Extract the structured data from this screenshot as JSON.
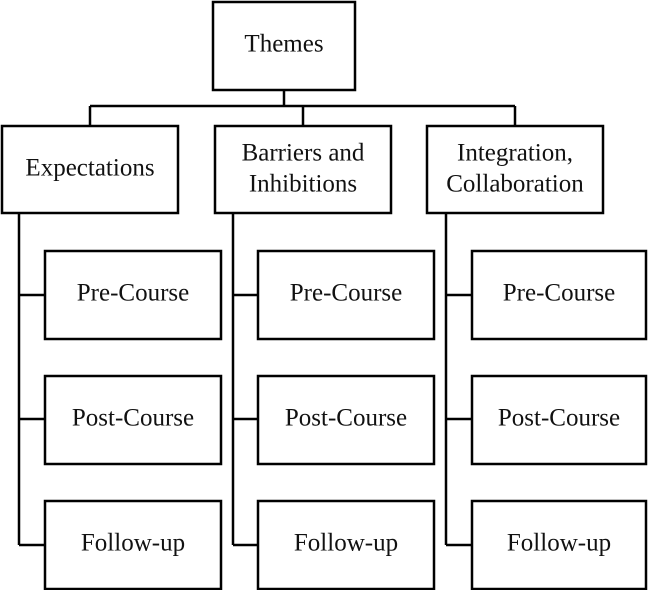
{
  "root": {
    "label": "Themes"
  },
  "themes": [
    {
      "lines": [
        "Expectations"
      ],
      "stages": [
        "Pre-Course",
        "Post-Course",
        "Follow-up"
      ]
    },
    {
      "lines": [
        "Barriers and",
        "Inhibitions"
      ],
      "stages": [
        "Pre-Course",
        "Post-Course",
        "Follow-up"
      ]
    },
    {
      "lines": [
        "Integration,",
        "Collaboration"
      ],
      "stages": [
        "Pre-Course",
        "Post-Course",
        "Follow-up"
      ]
    }
  ]
}
